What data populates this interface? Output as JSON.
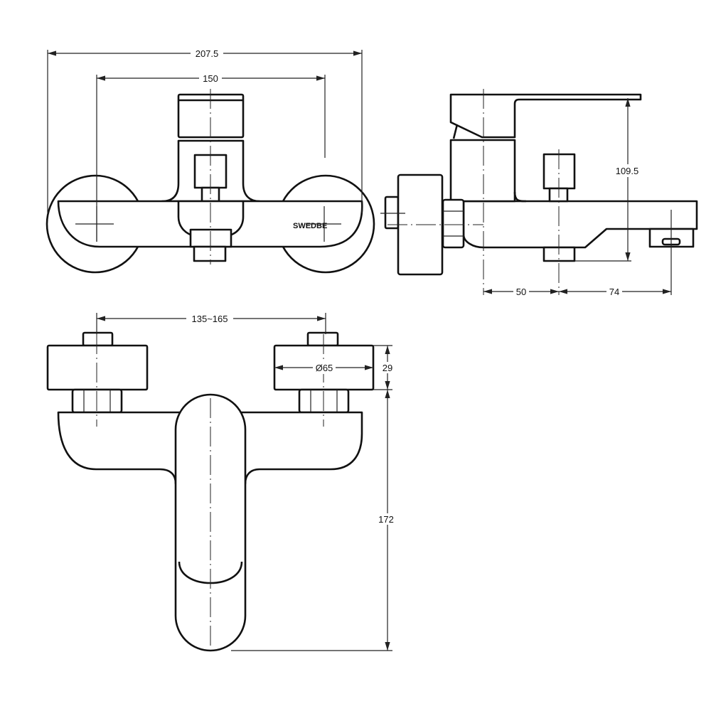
{
  "brand": "SWEDBE",
  "front_view": {
    "dim_overall": "207.5",
    "dim_centers": "150"
  },
  "side_view": {
    "dim_height": "109.5",
    "dim_wall_to_center": "50",
    "dim_center_to_spout": "74"
  },
  "bottom_view": {
    "dim_center_range": "135~165",
    "dim_plate_diameter": "Ø65",
    "dim_plate_depth": "29",
    "dim_total_depth": "172"
  }
}
